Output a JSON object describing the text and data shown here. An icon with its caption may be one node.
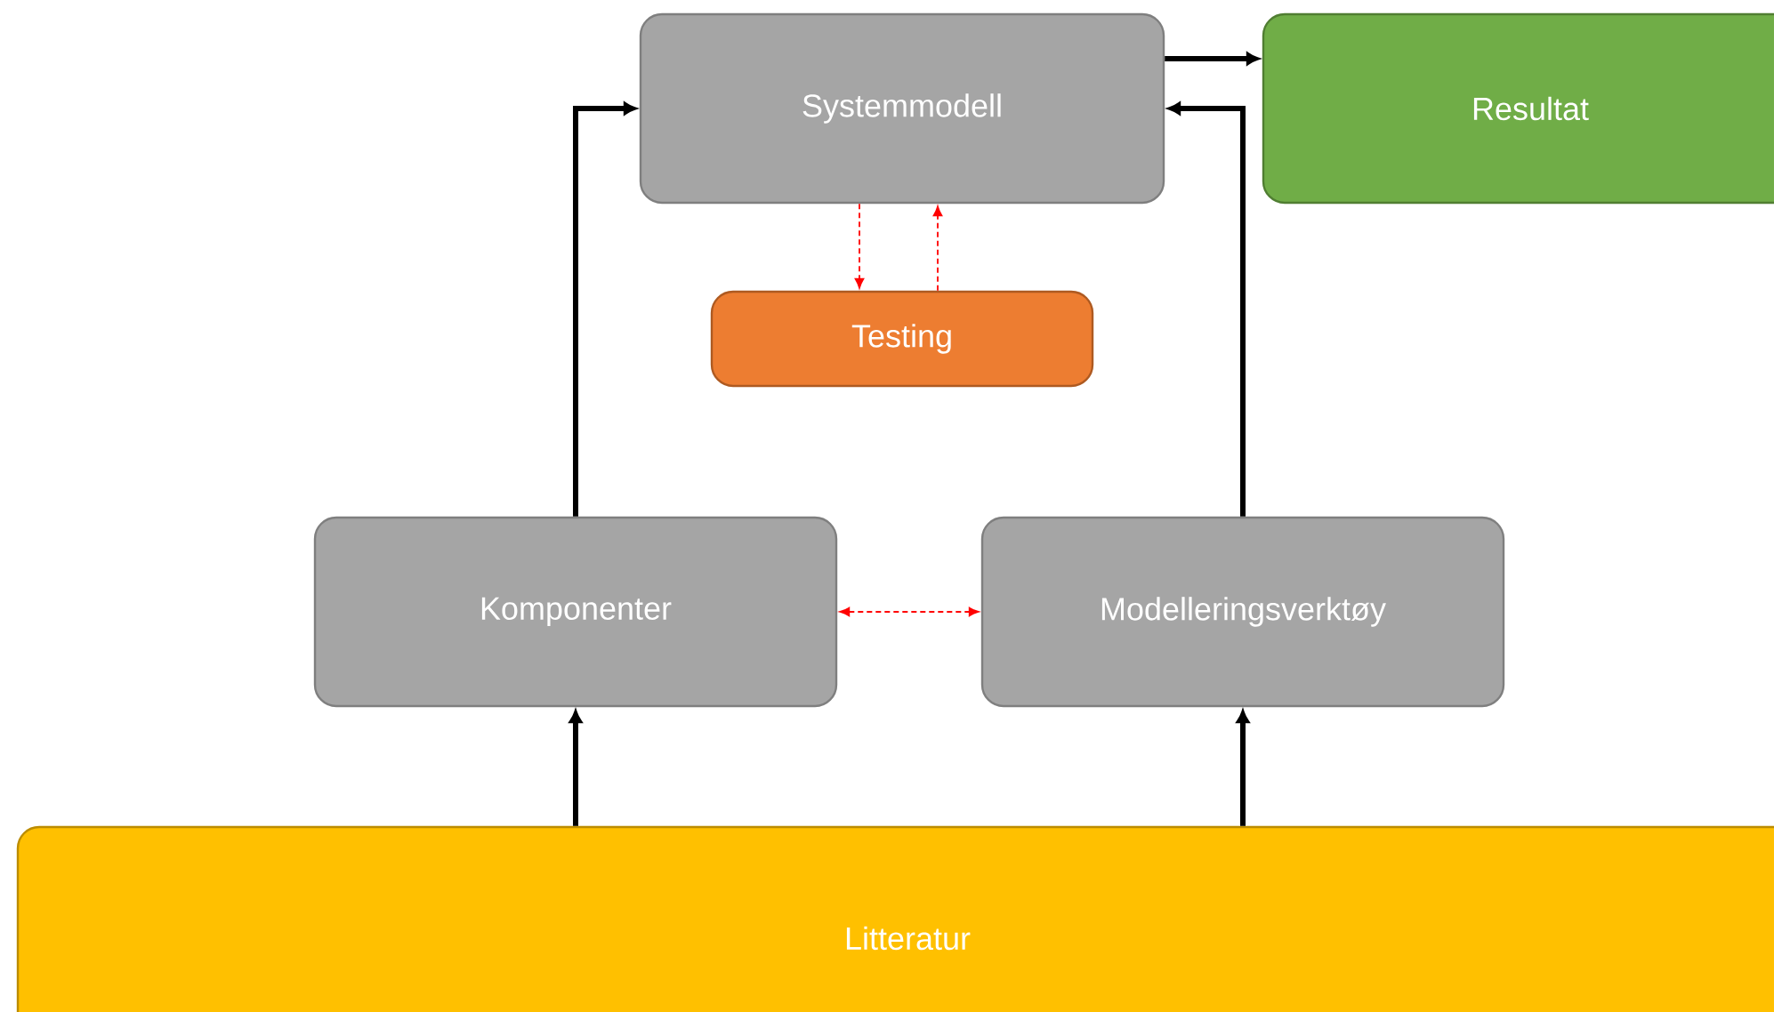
{
  "diagram": {
    "nodes": [
      {
        "text": [
          "Systemmodell"
        ]
      },
      {
        "text": [
          "Resultat"
        ]
      },
      {
        "text": [
          "Testing"
        ]
      },
      {
        "text": [
          "Komponenter"
        ]
      },
      {
        "text": [
          "Modelleringsverktøy"
        ]
      },
      {
        "text": [
          "Litteratur"
        ]
      }
    ],
    "edges": [
      {
        "from": 0,
        "to": 1,
        "arrow": "to"
      },
      {
        "from": 3,
        "to": 0,
        "arrow": "to"
      },
      {
        "from": 4,
        "to": 0,
        "arrow": "to"
      },
      {
        "from": 0,
        "to": 2,
        "arrow": "to",
        "style": "dashed",
        "color": "#ff0000"
      },
      {
        "from": 2,
        "to": 0,
        "arrow": "to",
        "style": "dashed",
        "color": "#ff0000"
      },
      {
        "from": 3,
        "to": 4,
        "arrow": "both",
        "style": "dashed",
        "color": "#ff0000"
      },
      {
        "from": 5,
        "to": 3,
        "arrow": "to"
      },
      {
        "from": 5,
        "to": 4,
        "arrow": "to"
      }
    ]
  }
}
